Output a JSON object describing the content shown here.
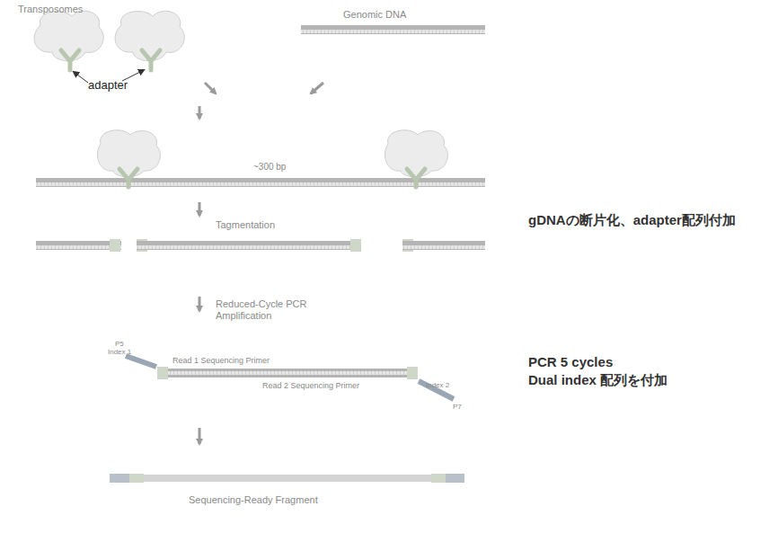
{
  "diagram": {
    "labels": [
      "Transposomes",
      "adapter",
      "Genomic DNA",
      "~300 bp",
      "Tagmentation",
      "gDNAの断片化、adapter配列付加",
      "Reduced-Cycle PCR Amplification",
      "PCR 5 cycles",
      "Dual index 配列を付加",
      "P5",
      "Index 1",
      "Read 1 Sequencing Primer",
      "Read 2 Sequencing Primer",
      "Index 2",
      "P7",
      "Sequencing-Ready Fragment"
    ]
  }
}
